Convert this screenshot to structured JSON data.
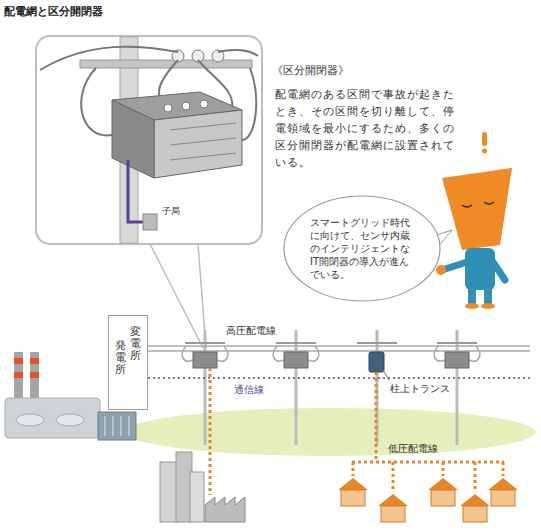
{
  "diagram": {
    "title": "配電網と区分開閉器",
    "nodes": [
      {
        "text": [
          "スマートグリッド時代に向けて、センサ内蔵のインテリジェントなIT開閉器の導入が進んでいる。"
        ]
      },
      {
        "text": [
          "発電所",
          "変電所"
        ]
      }
    ],
    "labels": [
      "《区分開閉器》",
      "配電網のある区間で事故が起きたとき、その区間を切り離して、停電領域を最小にするため、多くの区分開閉器が配電網に設置されている。",
      "子局",
      "高圧配電線",
      "通信線",
      "柱上トランス",
      "低圧配電線"
    ]
  }
}
